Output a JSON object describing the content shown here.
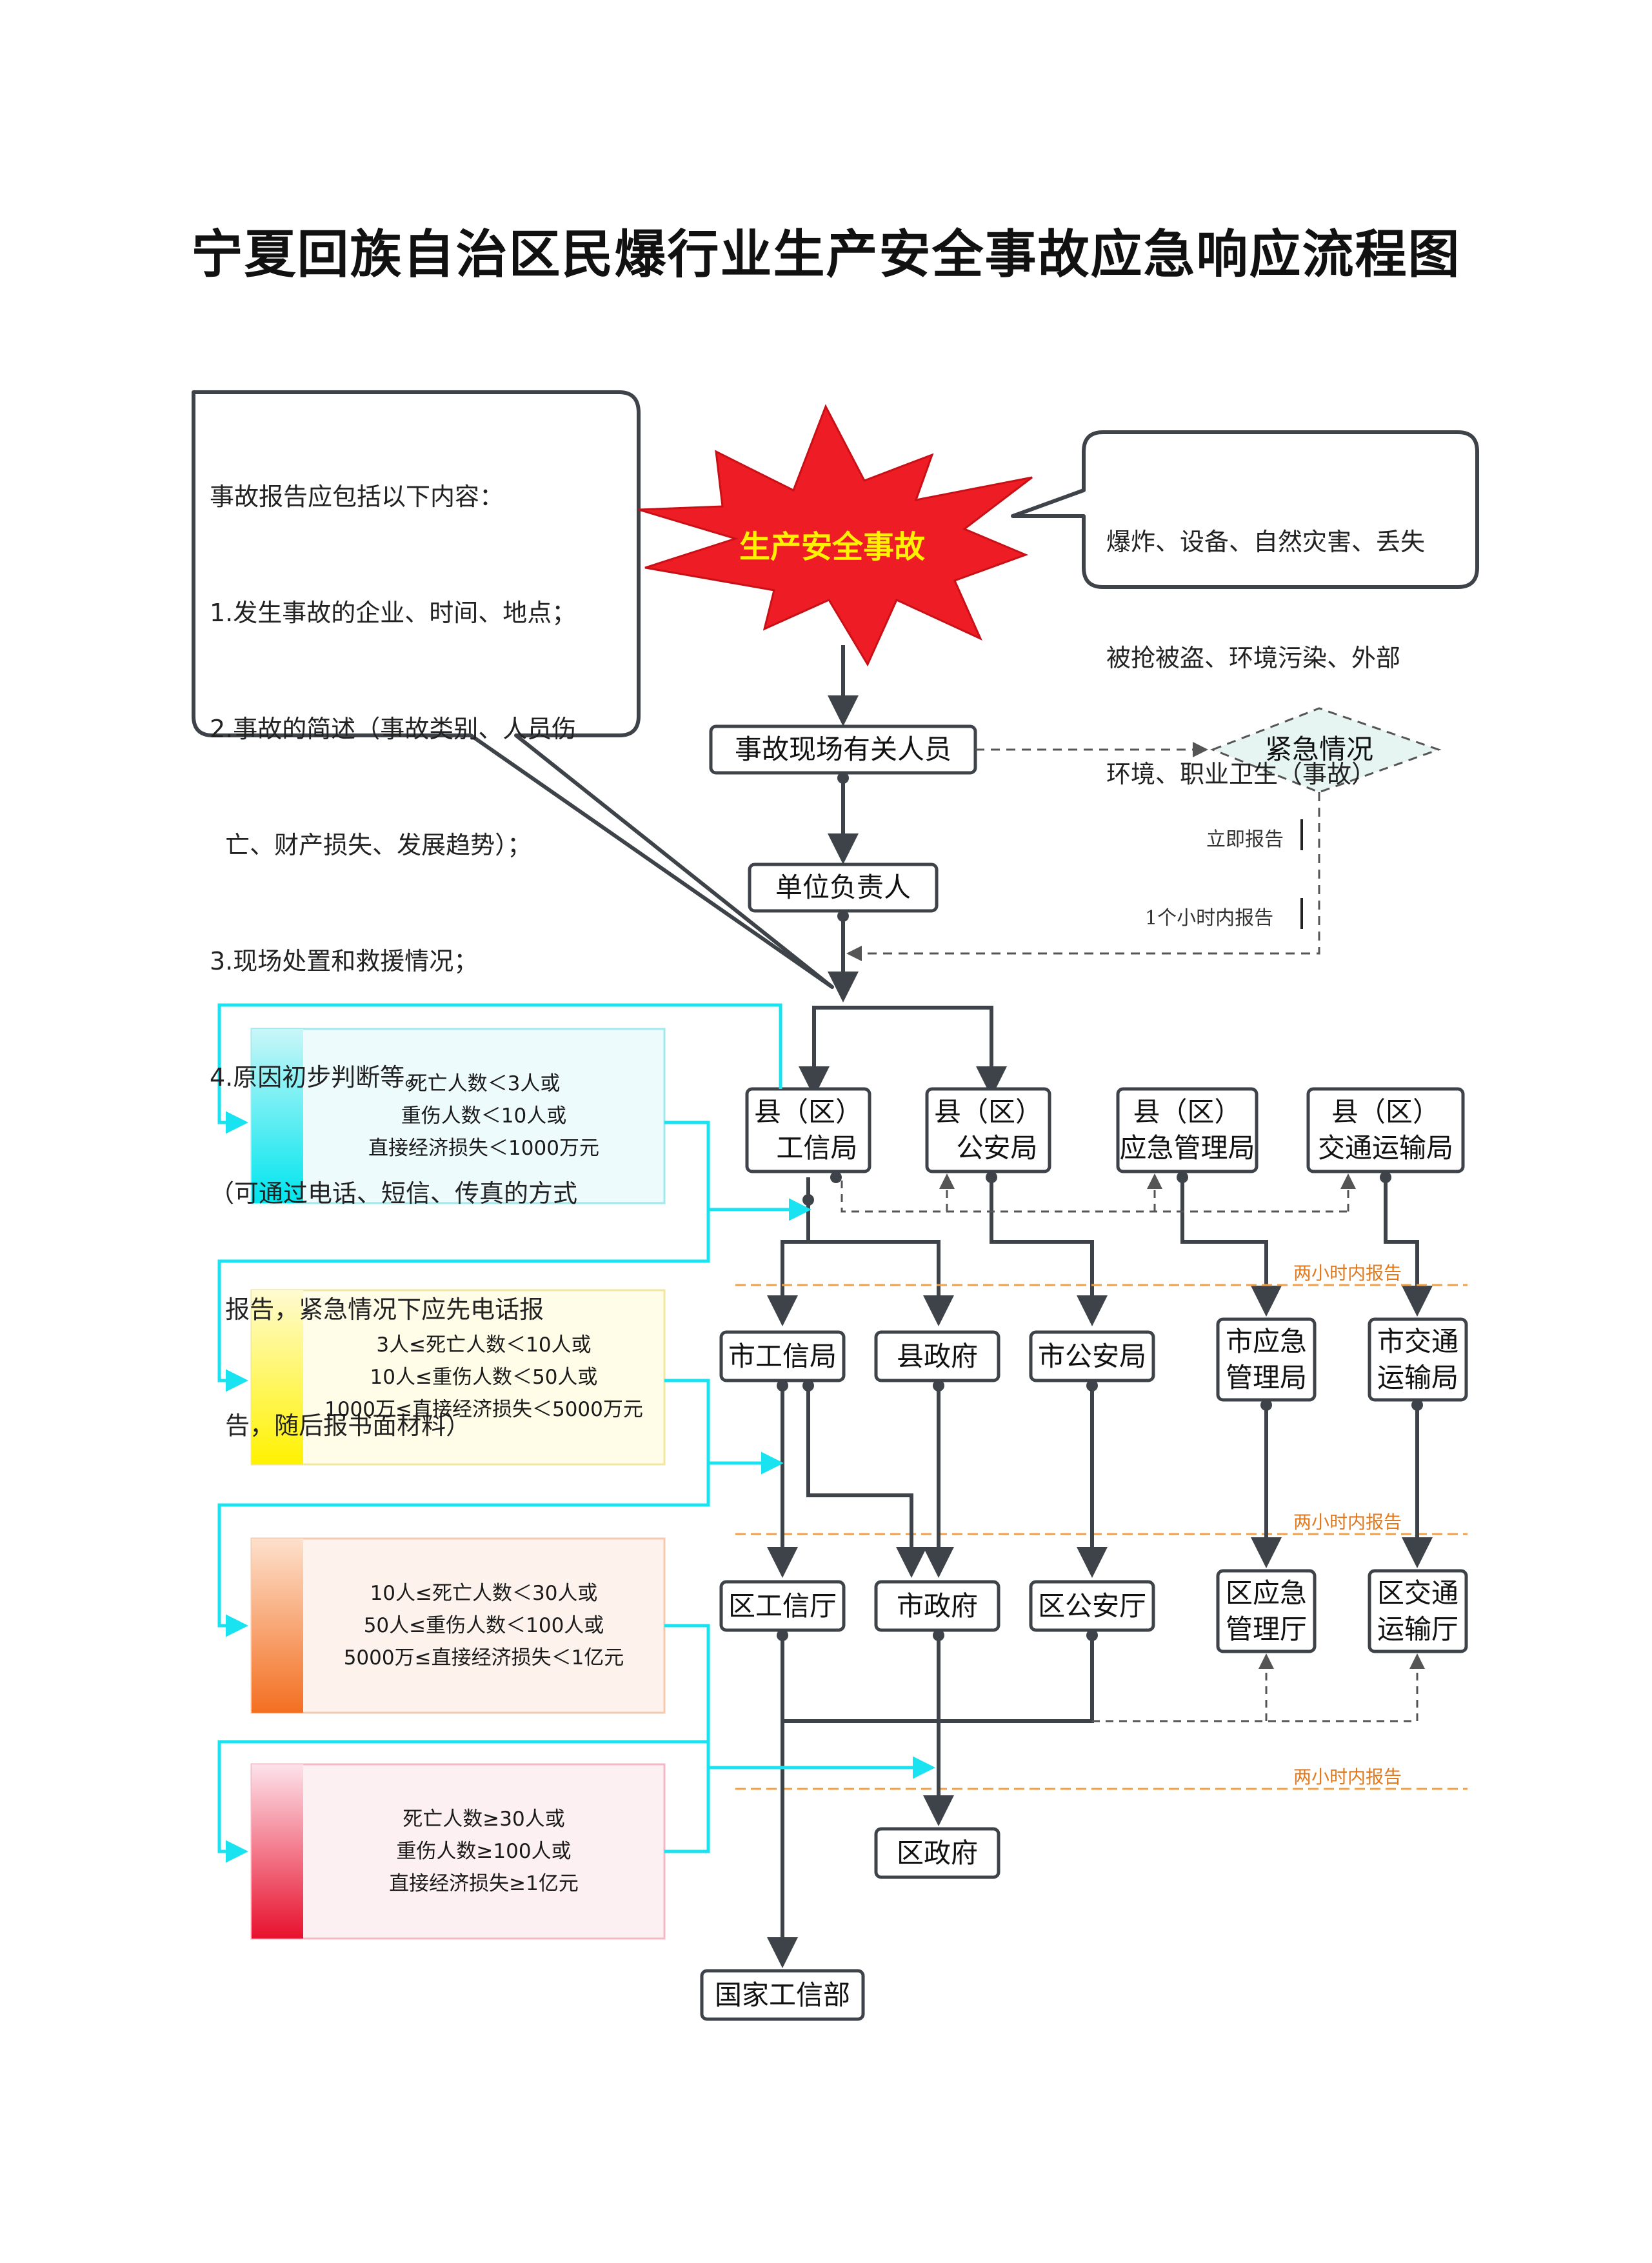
{
  "title": "宁夏回族自治区民爆行业生产安全事故应急响应流程图",
  "accident": "生产安全事故",
  "report_callout": {
    "lines": [
      "事故报告应包括以下内容：",
      "1.发生事故的企业、时间、地点；",
      "2.事故的简述（事故类别、人员伤",
      "  亡、财产损失、发展趋势）；",
      "3.现场处置和救援情况；",
      "4.原因初步判断等。",
      "（可通过电话、短信、传真的方式",
      "  报告，紧急情况下应先电话报",
      "  告，随后报书面材料）"
    ]
  },
  "type_callout": {
    "lines": [
      "爆炸、设备、自然灾害、丢失",
      "被抢被盗、环境污染、外部",
      "环境、职业卫生（事故）"
    ]
  },
  "nodes": {
    "onsite": "事故现场有关人员",
    "emergency": "紧急情况",
    "unit_head": "单位负责人",
    "county_miit": "县（区）\n  工信局",
    "county_police": "县（区）\n  公安局",
    "county_emergency": "县（区）\n应急管理局",
    "county_transport": "县（区）\n交通运输局",
    "city_miit": "市工信局",
    "county_gov": "县政府",
    "city_police": "市公安局",
    "city_emergency": "市应急\n管理局",
    "city_transport": "市交通\n运输局",
    "region_miit": "区工信厅",
    "city_gov": "市政府",
    "region_police": "区公安厅",
    "region_emergency": "区应急\n管理厅",
    "region_transport": "区交通\n运输厅",
    "region_gov": "区政府",
    "national_miit": "国家工信部"
  },
  "labels": {
    "immediate": "立即报告",
    "within_hour": "1个小时内报告",
    "two_hours": "两小时内报告"
  },
  "levels": [
    {
      "text": "死亡人数＜3人或\n重伤人数＜10人或\n直接经济损失＜1000万元",
      "color": "#00e5ee"
    },
    {
      "text": "3人≤死亡人数＜10人或\n10人≤重伤人数＜50人或\n1000万≤直接经济损失＜5000万元",
      "color": "#fff200"
    },
    {
      "text": "10人≤死亡人数＜30人或\n50人≤重伤人数＜100人或\n5000万≤直接经济损失＜1亿元",
      "color": "#f36f21"
    },
    {
      "text": "死亡人数≥30人或\n重伤人数≥100人或\n直接经济损失≥1亿元",
      "color": "#e8112d"
    }
  ],
  "colors": {
    "line": "#3d4349",
    "cyan_arrow": "#19e3f0",
    "orange_dash": "#f0a04a",
    "emergency_fill": "#e6f5f1",
    "star_red": "#ee1c25"
  }
}
